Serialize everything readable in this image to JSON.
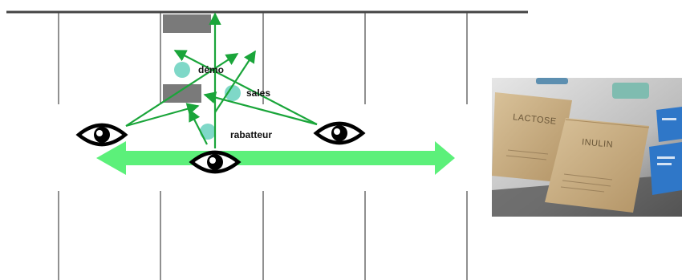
{
  "labels": {
    "demo": "démo",
    "sales": "sales",
    "rabatteur": "rabatteur"
  },
  "photo": {
    "pack_left": "LACTOSE",
    "pack_right": "INULIN"
  },
  "colors": {
    "arrow_green": "#5cf07a",
    "sightline_green": "#1aa53a",
    "person_teal": "#7fd8c8",
    "table_grey": "#7a7a7a",
    "eye": "#000000"
  },
  "icons": [
    "eye-icon",
    "double-arrow",
    "table-rect",
    "person-circle"
  ]
}
